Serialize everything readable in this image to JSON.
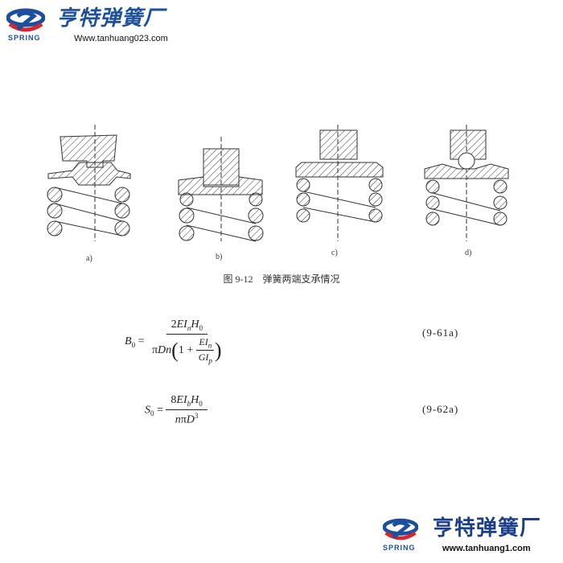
{
  "header_logo": {
    "brand": "亨特弹簧厂",
    "tag": "SPRING",
    "url": "Www.tanhuang023.com"
  },
  "figure": {
    "sublabels": [
      "a)",
      "b)",
      "c)",
      "d)"
    ],
    "caption": "图 9-12　弹簧两端支承情况"
  },
  "equations": [
    {
      "lhs": "B",
      "lhs_sub": "0",
      "number": "(9-61a)"
    },
    {
      "lhs": "S",
      "lhs_sub": "0",
      "number": "(9-62a)"
    }
  ],
  "footer_logo": {
    "brand": "亨特弹簧厂",
    "tag": "SPRING",
    "url": "www.tanhuang1.com"
  },
  "colors": {
    "brand_blue": "#1c4f9c",
    "brand_red": "#d8262e"
  }
}
